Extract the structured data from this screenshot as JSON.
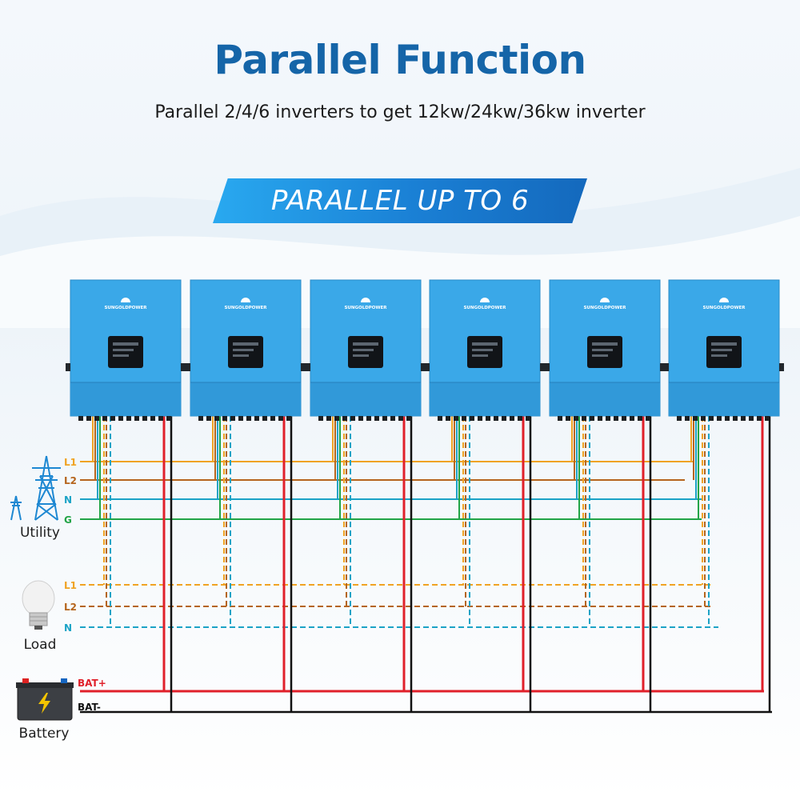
{
  "header": {
    "title": "Parallel Function",
    "subtitle": "Parallel 2/4/6 inverters to get 12kw/24kw/36kw inverter"
  },
  "banner": {
    "text": "PARALLEL UP TO 6"
  },
  "inverter": {
    "brand": "SUNGOLDPOWER",
    "count": 6
  },
  "sources": {
    "utility": {
      "label": "Utility",
      "icon": "power-tower-icon"
    },
    "load": {
      "label": "Load",
      "icon": "light-bulb-icon"
    },
    "battery": {
      "label": "Battery",
      "icon": "battery-icon"
    }
  },
  "buses": {
    "utility": [
      {
        "label": "L1",
        "color": "#f0a323"
      },
      {
        "label": "L2",
        "color": "#b5651d"
      },
      {
        "label": "N",
        "color": "#1ba3c6"
      },
      {
        "label": "G",
        "color": "#22a447"
      }
    ],
    "load": [
      {
        "label": "L1",
        "color": "#f0a323"
      },
      {
        "label": "L2",
        "color": "#b5651d"
      },
      {
        "label": "N",
        "color": "#1ba3c6"
      }
    ],
    "battery": [
      {
        "label": "BAT+",
        "color": "#e0202a"
      },
      {
        "label": "BAT-",
        "color": "#111111"
      }
    ]
  },
  "colors": {
    "title": "#1565a8",
    "inverter_body": "#3aa8e8",
    "banner": "#1a7fd4"
  }
}
